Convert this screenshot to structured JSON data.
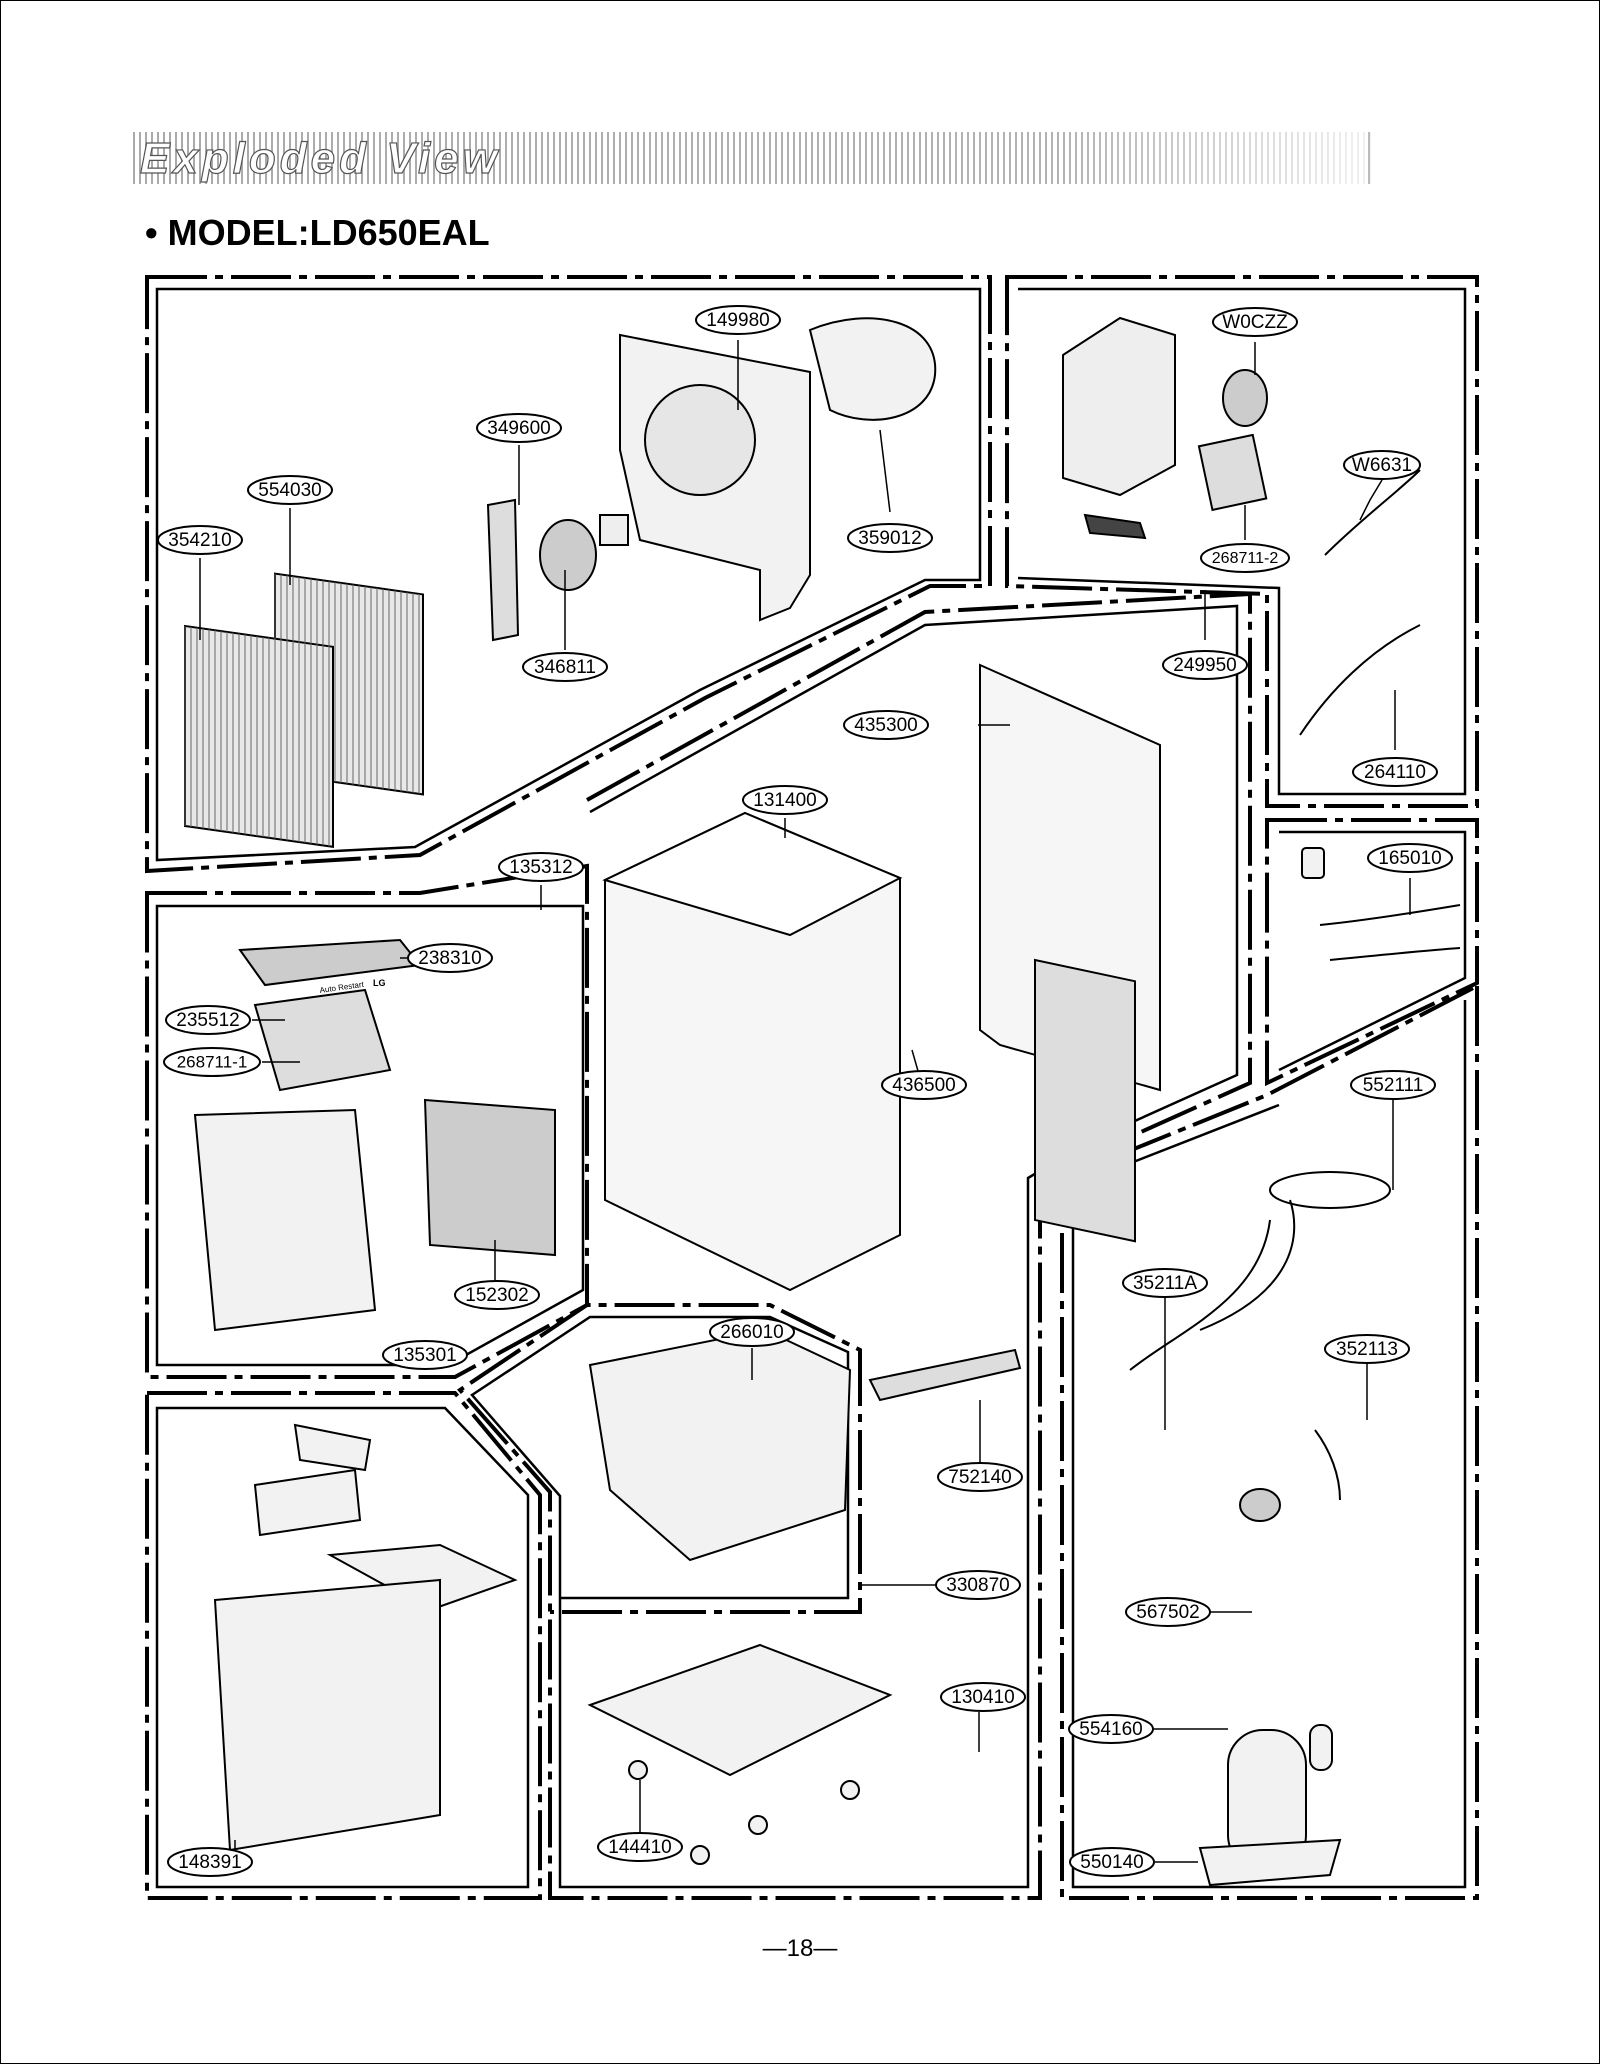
{
  "header": {
    "banner": "Exploded View",
    "title": "• MODEL:LD650EAL"
  },
  "parts": {
    "p149980": "149980",
    "p349600": "349600",
    "p554030": "554030",
    "p354210": "354210",
    "p359012": "359012",
    "p346811": "346811",
    "pW0CZZ": "W0CZZ",
    "pW6631": "W6631",
    "p268711_2": "268711-2",
    "p249950": "249950",
    "p264110": "264110",
    "p435300": "435300",
    "p131400": "131400",
    "p135312": "135312",
    "p238310": "238310",
    "p235512": "235512",
    "p268711_1": "268711-1",
    "p436500": "436500",
    "p165010": "165010",
    "p552111": "552111",
    "p152302": "152302",
    "p135301": "135301",
    "p35211A": "35211A",
    "p352113": "352113",
    "p266010": "266010",
    "p752140": "752140",
    "p330870": "330870",
    "p130410": "130410",
    "p567502": "567502",
    "p554160": "554160",
    "p144410": "144410",
    "p148391": "148391",
    "p550140": "550140"
  },
  "panel_text": {
    "auto_restart": "Auto Restart",
    "lg_logo": "LG"
  },
  "footer": {
    "page": "—18—"
  }
}
